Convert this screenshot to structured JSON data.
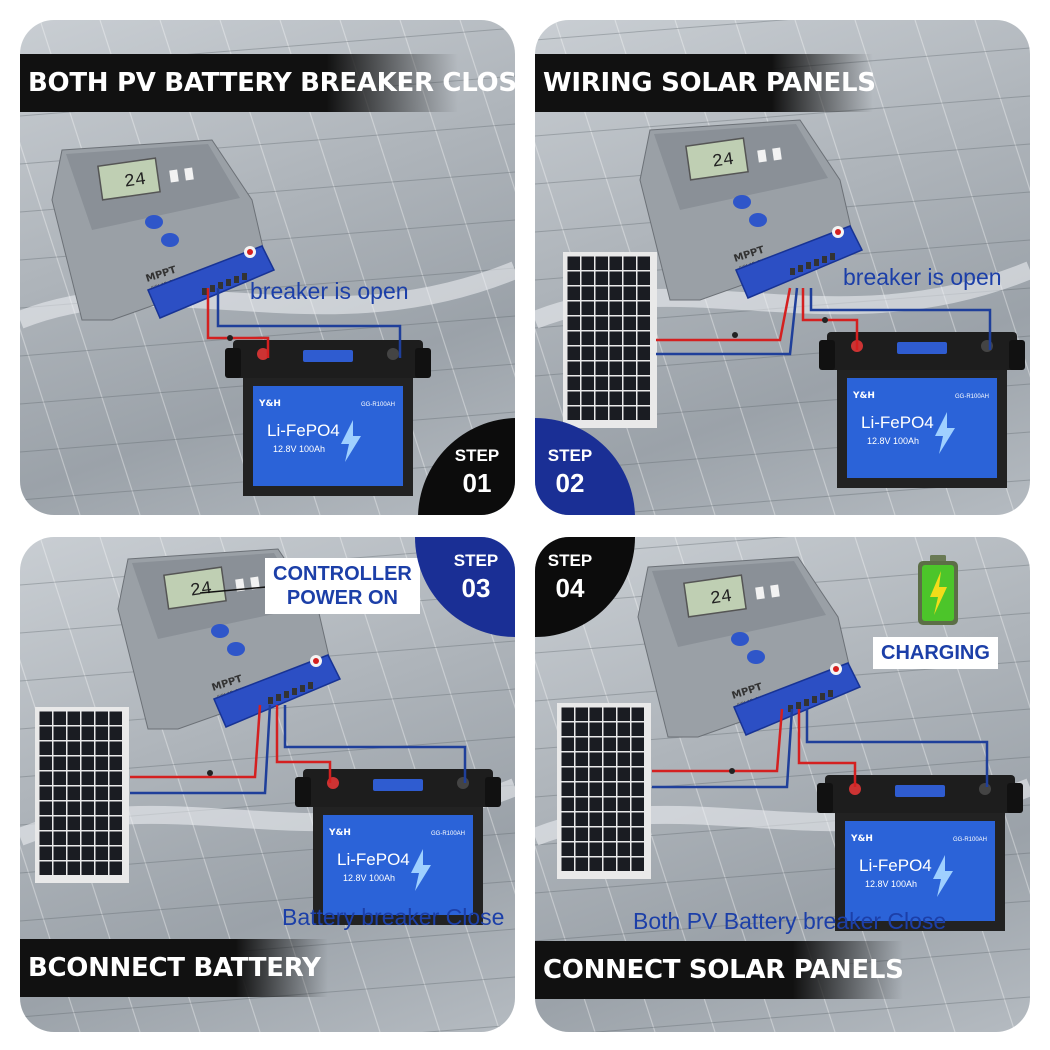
{
  "panels": [
    {
      "title": "BOTH PV BATTERY BREAKER CLOSE",
      "step_label": "STEP",
      "step_number": "01",
      "annotation": "breaker is open"
    },
    {
      "title": "WIRING SOLAR PANELS",
      "step_label": "STEP",
      "step_number": "02",
      "annotation": "breaker is open"
    },
    {
      "title": "BCONNECT BATTERY",
      "step_label": "STEP",
      "step_number": "03",
      "callout": "CONTROLLER\nPOWER ON",
      "annotation": "Battery breaker Close"
    },
    {
      "title": "CONNECT SOLAR PANELS",
      "step_label": "STEP",
      "step_number": "04",
      "callout": "CHARGING",
      "annotation": "Both PV Battery breaker Close"
    }
  ],
  "device": {
    "controller_brand": "MPPT",
    "controller_subtitle": "SOLAR CHARGE CONTROLLER",
    "display_value": "24",
    "battery_logo": "Y&H",
    "battery_chem": "Li-FePO4",
    "battery_rating": "12.8V 100Ah",
    "battery_model": "GG-R100AH"
  },
  "colors": {
    "wire_positive": "#d42020",
    "wire_negative": "#1f3f9a",
    "annotation_text": "#1c3fa8",
    "badge_dark": "#0c0c0c",
    "badge_blue": "#1a2f95",
    "charge_green": "#4cc52a"
  }
}
